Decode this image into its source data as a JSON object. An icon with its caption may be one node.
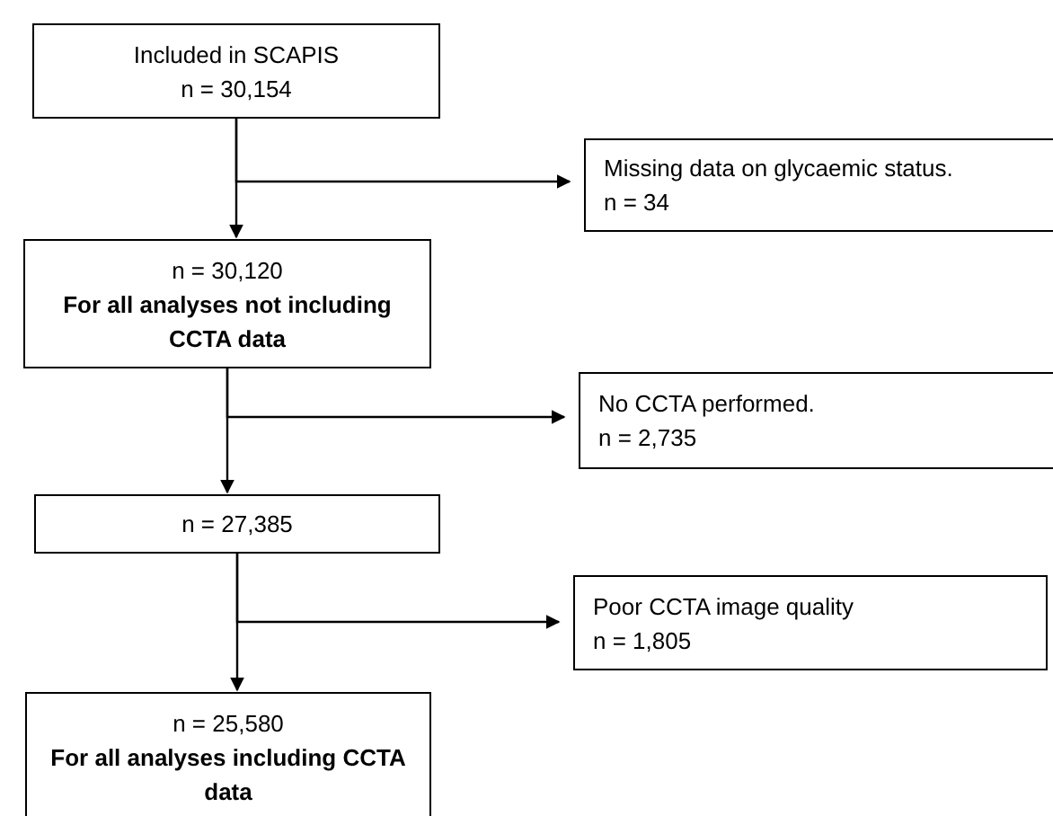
{
  "diagram": {
    "nodes": [
      {
        "text": [
          "Included in SCAPIS",
          "n = 30,154"
        ]
      },
      {
        "text": [
          "Missing data on glycaemic status.",
          "n = 34"
        ]
      },
      {
        "text": [
          "n = 30,120",
          "For all analyses not including CCTA data"
        ]
      },
      {
        "text": [
          "No CCTA performed.",
          "n = 2,735"
        ]
      },
      {
        "text": [
          "n = 27,385"
        ]
      },
      {
        "text": [
          "Poor CCTA image quality",
          "n = 1,805"
        ]
      },
      {
        "text": [
          "n = 25,580",
          "For all analyses including CCTA data"
        ]
      }
    ],
    "edges": [
      {
        "from": 0,
        "to": 2,
        "arrow": "to"
      },
      {
        "from": 0,
        "to": 1,
        "arrow": "to"
      },
      {
        "from": 2,
        "to": 4,
        "arrow": "to"
      },
      {
        "from": 2,
        "to": 3,
        "arrow": "to"
      },
      {
        "from": 4,
        "to": 6,
        "arrow": "to"
      },
      {
        "from": 4,
        "to": 5,
        "arrow": "to"
      }
    ]
  }
}
